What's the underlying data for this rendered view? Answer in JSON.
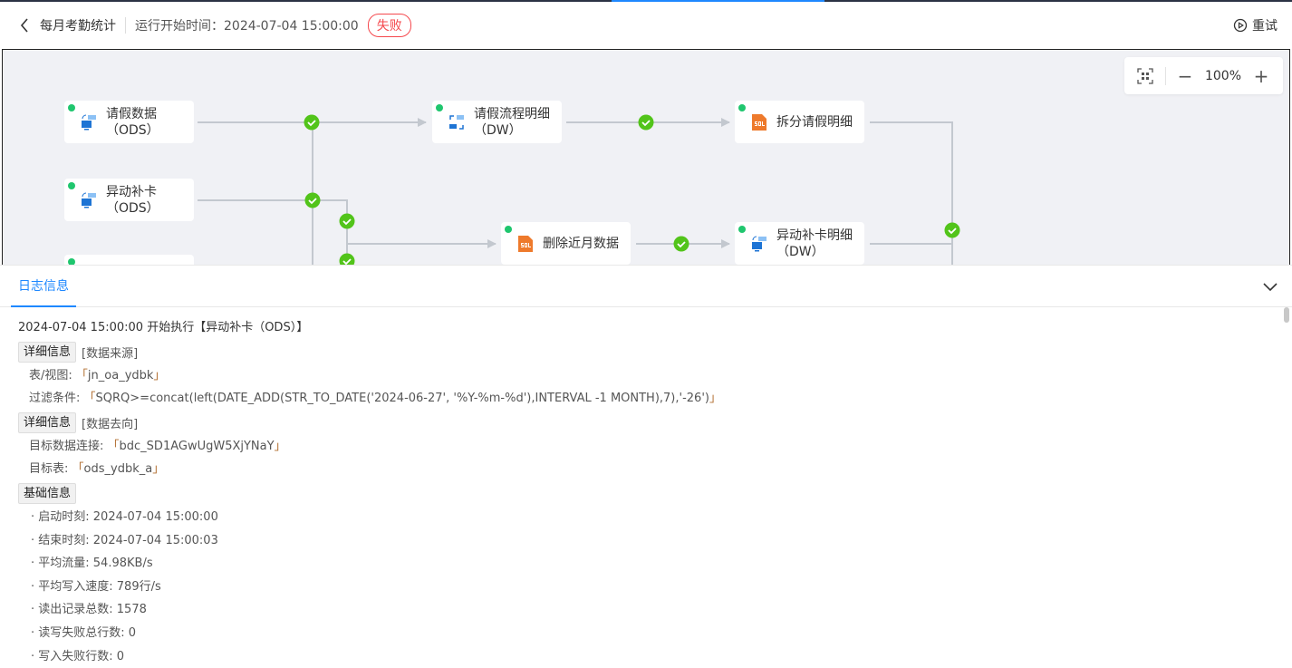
{
  "header": {
    "title": "每月考勤统计",
    "runtime": "运行开始时间：2024-07-04 15:00:00",
    "status": "失败",
    "retry": "重试"
  },
  "canvas": {
    "zoom": "100%",
    "nodes": [
      {
        "label": "请假数据（ODS）",
        "type": "db"
      },
      {
        "label": "异动补卡（ODS）",
        "type": "db"
      },
      {
        "label": "",
        "type": "db"
      },
      {
        "label": "请假流程明细（DW）",
        "type": "transform"
      },
      {
        "label": "删除近月数据",
        "type": "sql"
      },
      {
        "label": "拆分请假明细",
        "type": "sql"
      },
      {
        "label": "异动补卡明细（DW）",
        "type": "db"
      }
    ],
    "colors": {
      "success": "#52c41a",
      "status_dot": "#1fc66e",
      "edge": "#c3c8cf"
    }
  },
  "log": {
    "tab": "日志信息",
    "start_line": "2024-07-04 15:00:00  开始执行【异动补卡（ODS）】",
    "source": {
      "button": "详细信息",
      "tag": "[数据来源]",
      "table_label": "表/视图: ",
      "table": "jn_oa_ydbk",
      "filter_label": "过滤条件: ",
      "filter": "SQRQ>=concat(left(DATE_ADD(STR_TO_DATE('2024-06-27', '%Y-%m-%d'),INTERVAL -1 MONTH),7),'-26')"
    },
    "target": {
      "button": "详细信息",
      "tag": "[数据去向]",
      "conn_label": "目标数据连接: ",
      "conn": "bdc_SD1AGwUgW5XjYNaY",
      "table_label": "目标表: ",
      "table": "ods_ydbk_a"
    },
    "basic": {
      "button": "基础信息",
      "items": [
        "启动时刻: 2024-07-04 15:00:00",
        "结束时刻: 2024-07-04 15:00:03",
        "平均流量: 54.98KB/s",
        "平均写入速度: 789行/s",
        "读出记录总数: 1578",
        "读写失败总行数: 0",
        "写入失败行数: 0"
      ]
    }
  }
}
